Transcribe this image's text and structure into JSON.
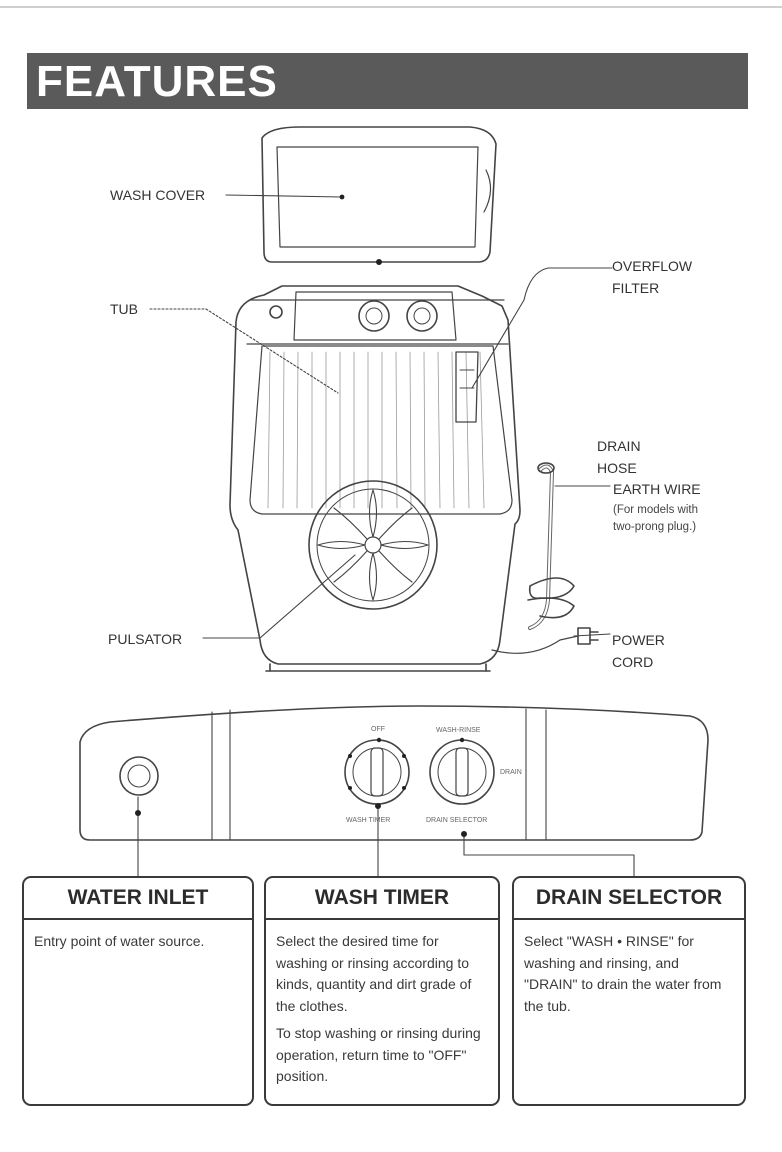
{
  "header": {
    "title": "FEATURES"
  },
  "machine_labels": {
    "wash_cover": "WASH COVER",
    "tub": "TUB",
    "overflow_filter": [
      "OVERFLOW",
      "FILTER"
    ],
    "drain_hose": [
      "DRAIN",
      "HOSE"
    ],
    "earth_wire": "EARTH WIRE",
    "earth_wire_note": [
      "(For models with",
      "two-prong  plug.)"
    ],
    "pulsator": "PULSATOR",
    "power_cord": [
      "POWER",
      "CORD"
    ]
  },
  "panel_labels": {
    "timer_top": "OFF",
    "timer_bottom": "WASH TIMER",
    "selector_top": "WASH-RINSE",
    "selector_right": "DRAIN",
    "selector_bottom": "DRAIN SELECTOR"
  },
  "boxes": [
    {
      "title": "WATER INLET",
      "paragraphs": [
        "Entry point of water source."
      ]
    },
    {
      "title": "WASH TIMER",
      "paragraphs": [
        "Select the desired time for washing or rinsing according to kinds, quantity and dirt grade of the clothes.",
        "To stop washing or rinsing during operation, return time to \"OFF\" position."
      ]
    },
    {
      "title": "DRAIN SELECTOR",
      "paragraphs": [
        "Select \"WASH • RINSE\" for washing and rinsing, and \"DRAIN\" to drain the water from the tub."
      ]
    }
  ]
}
